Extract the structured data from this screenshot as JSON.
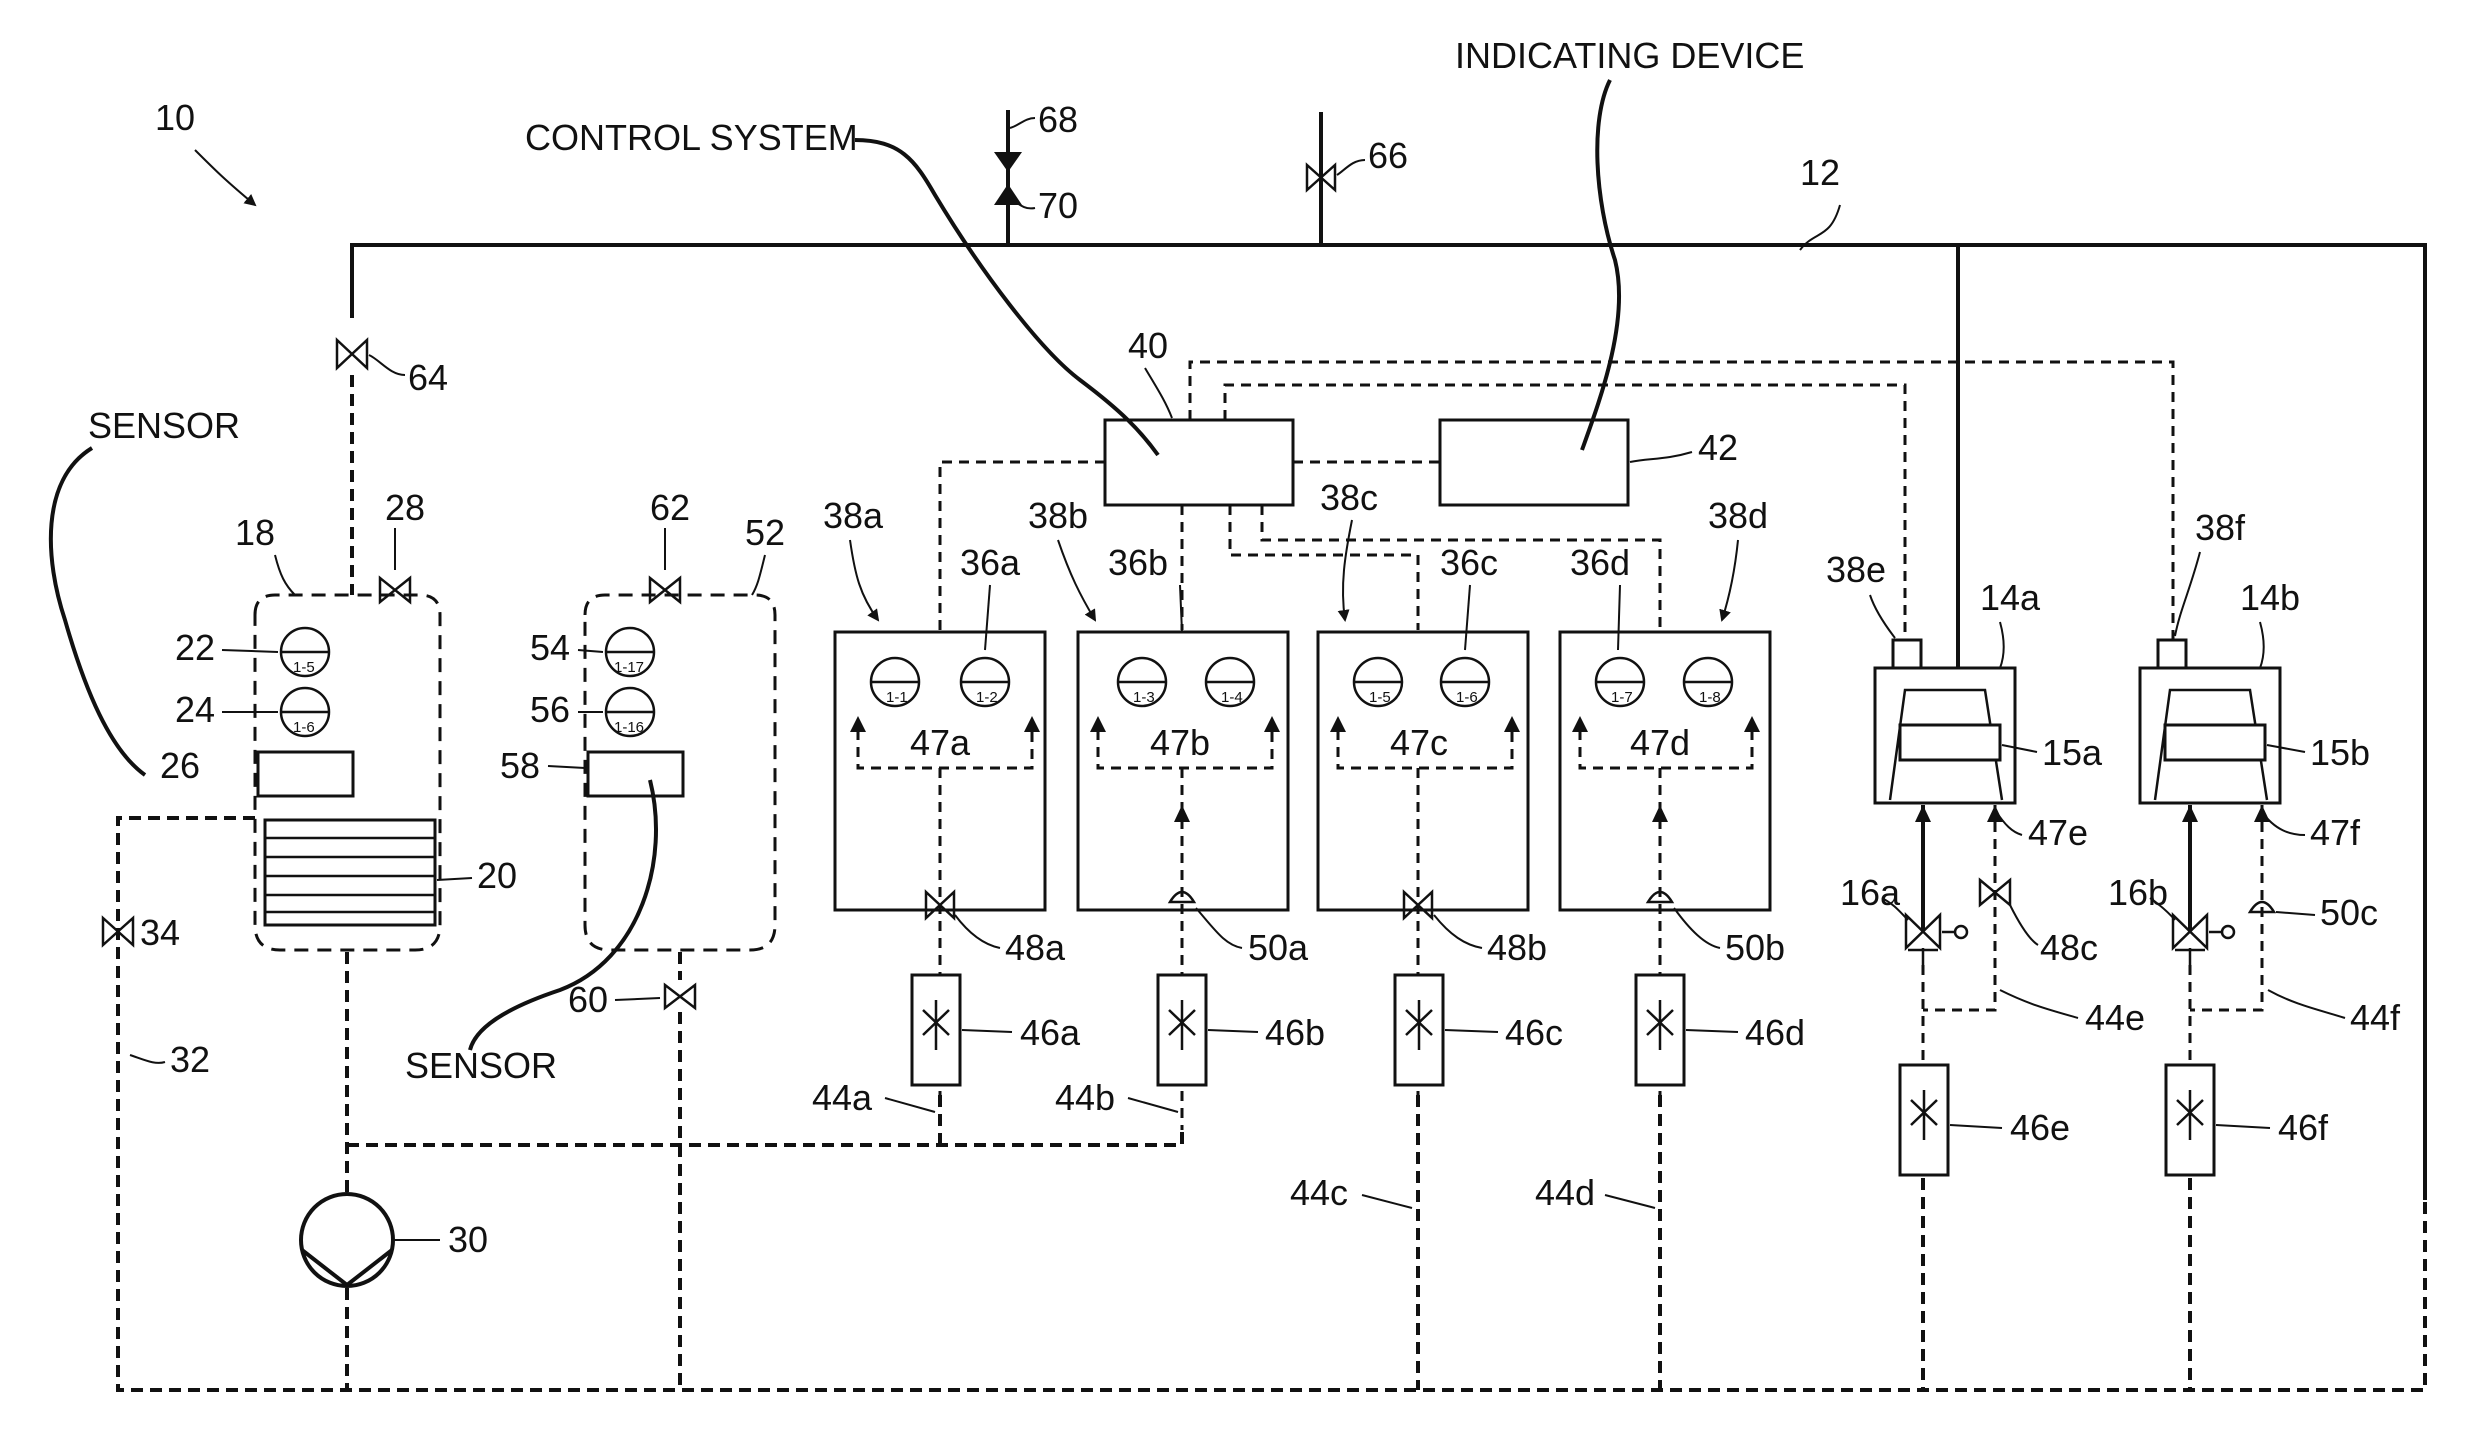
{
  "figure_ref": "10",
  "callouts": {
    "control_system": "CONTROL SYSTEM",
    "indicating_device": "INDICATING DEVICE",
    "sensor_1": "SENSOR",
    "sensor_2": "SENSOR"
  },
  "labels": {
    "main_line": "12",
    "unit_14a": "14a",
    "unit_14b": "14b",
    "part_15a": "15a",
    "part_15b": "15b",
    "valve_16a": "16a",
    "valve_16b": "16b",
    "tank_18": "18",
    "coil_20": "20",
    "sensor_22": "22",
    "sensor_24": "24",
    "sensor_26": "26",
    "valve_28": "28",
    "pump_30": "30",
    "line_32": "32",
    "valve_34": "34",
    "panel_36a": "36a",
    "panel_36b": "36b",
    "panel_36c": "36c",
    "panel_36d": "36d",
    "unit_38a": "38a",
    "unit_38b": "38b",
    "unit_38c": "38c",
    "unit_38d": "38d",
    "unit_38e": "38e",
    "unit_38f": "38f",
    "control_40": "40",
    "indicator_42": "42",
    "line_44a": "44a",
    "line_44b": "44b",
    "line_44c": "44c",
    "line_44d": "44d",
    "line_44e": "44e",
    "line_44f": "44f",
    "flow_46a": "46a",
    "flow_46b": "46b",
    "flow_46c": "46c",
    "flow_46d": "46d",
    "flow_46e": "46e",
    "flow_46f": "46f",
    "dist_47a": "47a",
    "dist_47b": "47b",
    "dist_47c": "47c",
    "dist_47d": "47d",
    "dist_47e": "47e",
    "dist_47f": "47f",
    "valve_48a": "48a",
    "valve_48b": "48b",
    "valve_48c": "48c",
    "check_50a": "50a",
    "check_50b": "50b",
    "check_50c": "50c",
    "tank_52": "52",
    "sensor_54": "54",
    "sensor_56": "56",
    "sensor_58": "58",
    "valve_60": "60",
    "valve_62": "62",
    "valve_64": "64",
    "valve_66": "66",
    "line_68": "68",
    "valve_70": "70"
  },
  "gauges": {
    "g18a": "1-5",
    "g18b": "1-6",
    "g52a": "1-17",
    "g52b": "1-16",
    "g1": "1-1",
    "g2": "1-2",
    "g3": "1-3",
    "g4": "1-4",
    "g5": "1-5",
    "g6": "1-6",
    "g7": "1-7",
    "g8": "1-8"
  }
}
